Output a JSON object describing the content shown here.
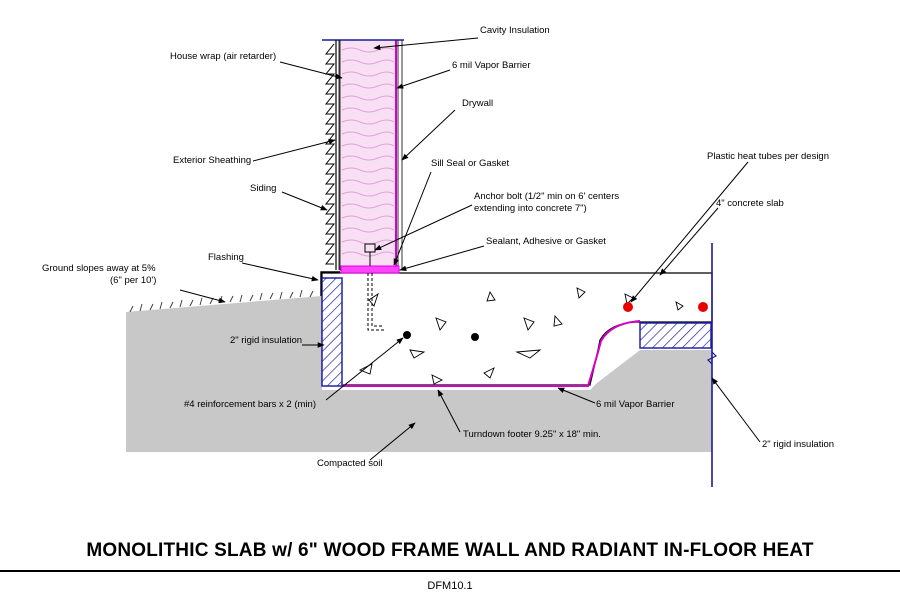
{
  "title": "MONOLITHIC SLAB w/ 6\" WOOD FRAME WALL AND RADIANT IN-FLOOR HEAT",
  "drawing_code": "DFM10.1",
  "labels": {
    "cavity_insulation": "Cavity Insulation",
    "house_wrap": "House wrap (air retarder)",
    "vapor_barrier_wall": "6 mil Vapor Barrier",
    "drywall": "Drywall",
    "exterior_sheathing": "Exterior Sheathing",
    "siding": "Siding",
    "sill_seal": "Sill Seal or Gasket",
    "anchor_bolt_line1": "Anchor bolt  (1/2\" min on 6' centers",
    "anchor_bolt_line2": "extending into concrete 7\")",
    "sealant": "Sealant, Adhesive or Gasket",
    "flashing": "Flashing",
    "ground_slopes_line1": "Ground slopes away at 5%",
    "ground_slopes_line2": "(6\" per 10')",
    "rigid_insulation_left": "2\" rigid insulation",
    "reinforcement": "#4 reinforcement bars x 2 (min)",
    "compacted_soil": "Compacted soil",
    "turndown_footer": "Turndown footer 9.25\" x 18\" min.",
    "vapor_barrier_slab": "6 mil Vapor Barrier",
    "heat_tubes": "Plastic heat tubes per design",
    "concrete_slab": "4\" concrete slab",
    "rigid_insulation_right": "2\" rigid insulation"
  },
  "colors": {
    "soil": "#c8c8c8",
    "insulation": "#f5d7f0",
    "insulation_squiggle": "#e0a0d8",
    "vapor_barrier": "#d400c8",
    "sill_seal": "#e600e6",
    "rigid_insulation_hatch": "#2222aa",
    "heat_tube": "#e80000",
    "rebar": "#000000"
  }
}
